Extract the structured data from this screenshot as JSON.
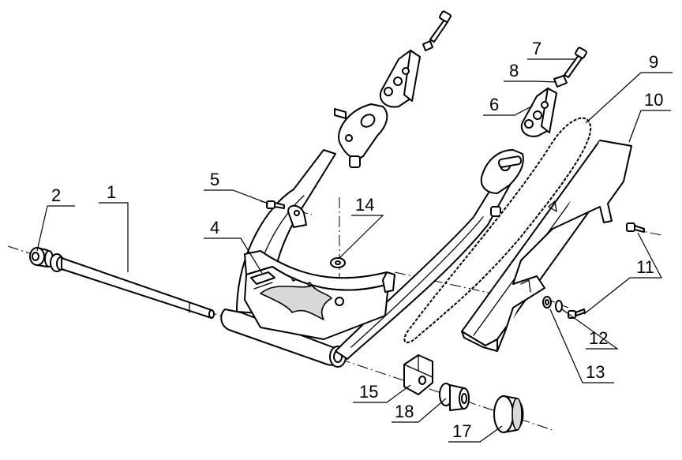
{
  "diagram": {
    "callouts": [
      {
        "id": "1",
        "label": "1"
      },
      {
        "id": "2",
        "label": "2"
      },
      {
        "id": "4",
        "label": "4"
      },
      {
        "id": "5",
        "label": "5"
      },
      {
        "id": "6",
        "label": "6"
      },
      {
        "id": "7",
        "label": "7"
      },
      {
        "id": "8",
        "label": "8"
      },
      {
        "id": "9",
        "label": "9"
      },
      {
        "id": "10",
        "label": "10"
      },
      {
        "id": "11",
        "label": "11"
      },
      {
        "id": "12",
        "label": "12"
      },
      {
        "id": "13",
        "label": "13"
      },
      {
        "id": "14",
        "label": "14"
      },
      {
        "id": "15",
        "label": "15"
      },
      {
        "id": "17",
        "label": "17"
      },
      {
        "id": "18",
        "label": "18"
      }
    ]
  },
  "colors": {
    "line": "#000000",
    "background": "#ffffff",
    "shade": "#d8d8d8"
  }
}
